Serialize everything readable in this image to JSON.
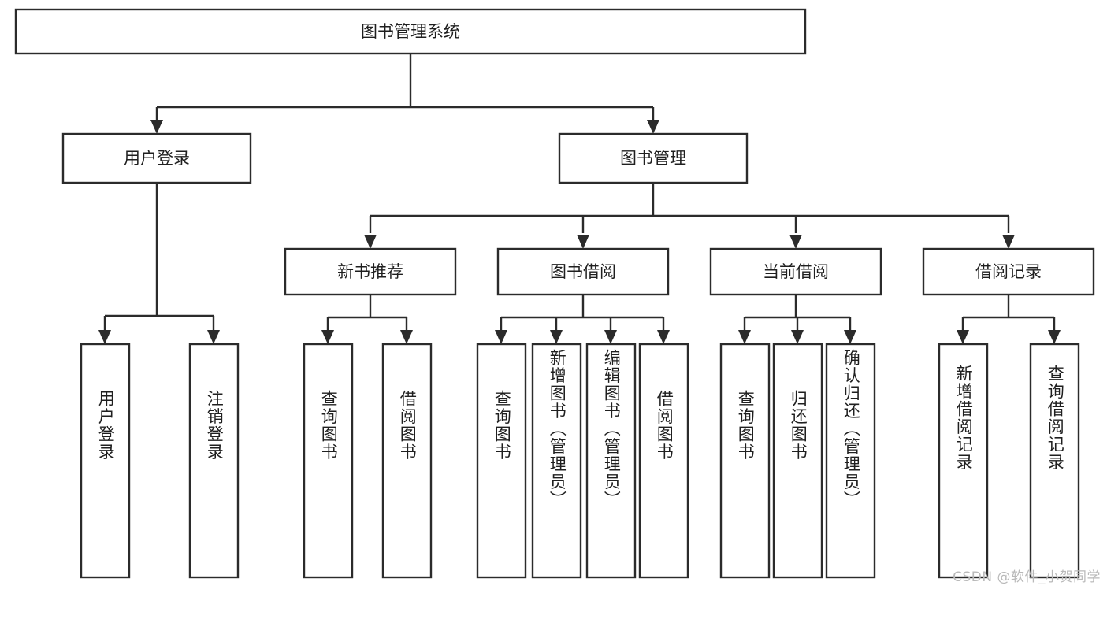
{
  "diagram": {
    "type": "tree",
    "title_node": {
      "label": "图书管理系统"
    },
    "watermark": "CSDN @软件_小贺同学",
    "levels": {
      "level1": [
        {
          "id": "root",
          "label": "图书管理系统"
        }
      ],
      "level2": [
        {
          "id": "user-login",
          "label": "用户登录",
          "parent": "root"
        },
        {
          "id": "book-manage",
          "label": "图书管理",
          "parent": "root"
        }
      ],
      "level3": [
        {
          "id": "new-book-rec",
          "label": "新书推荐",
          "parent": "book-manage"
        },
        {
          "id": "book-borrow",
          "label": "图书借阅",
          "parent": "book-manage"
        },
        {
          "id": "current-borrow",
          "label": "当前借阅",
          "parent": "book-manage"
        },
        {
          "id": "borrow-record",
          "label": "借阅记录",
          "parent": "book-manage"
        }
      ],
      "leaves": [
        {
          "id": "leaf-user-login",
          "label": "用户登录",
          "parent": "user-login"
        },
        {
          "id": "leaf-logout",
          "label": "注销登录",
          "parent": "user-login"
        },
        {
          "id": "leaf-query-book-1",
          "label": "查询图书",
          "parent": "new-book-rec"
        },
        {
          "id": "leaf-borrow-book-1",
          "label": "借阅图书",
          "parent": "new-book-rec"
        },
        {
          "id": "leaf-query-book-2",
          "label": "查询图书",
          "parent": "book-borrow"
        },
        {
          "id": "leaf-add-book",
          "label": "新增图书（管理员）",
          "parent": "book-borrow"
        },
        {
          "id": "leaf-edit-book",
          "label": "编辑图书（管理员）",
          "parent": "book-borrow"
        },
        {
          "id": "leaf-borrow-book-2",
          "label": "借阅图书",
          "parent": "book-borrow"
        },
        {
          "id": "leaf-query-book-3",
          "label": "查询图书",
          "parent": "current-borrow"
        },
        {
          "id": "leaf-return-book",
          "label": "归还图书",
          "parent": "current-borrow"
        },
        {
          "id": "leaf-confirm-return",
          "label": "确认归还（管理员）",
          "parent": "current-borrow"
        },
        {
          "id": "leaf-add-record",
          "label": "新增借阅记录",
          "parent": "borrow-record"
        },
        {
          "id": "leaf-query-record",
          "label": "查询借阅记录",
          "parent": "borrow-record"
        }
      ]
    },
    "colors": {
      "stroke": "#2b2b2b",
      "fill": "#ffffff",
      "text": "#1f1f1f",
      "watermark": "#b9b9b9"
    }
  }
}
